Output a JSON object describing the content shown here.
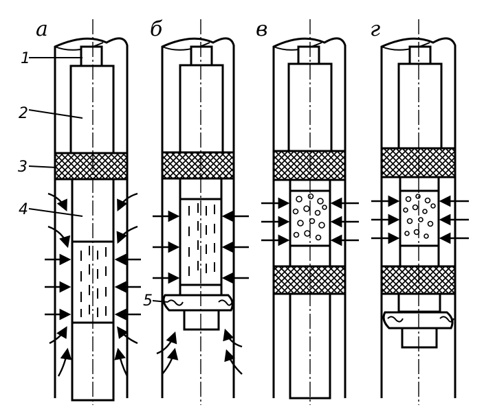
{
  "panels": [
    {
      "key": "a",
      "label": "а"
    },
    {
      "key": "b",
      "label": "б"
    },
    {
      "key": "v",
      "label": "в"
    },
    {
      "key": "g",
      "label": "г"
    }
  ],
  "callouts": [
    "1",
    "2",
    "3",
    "4",
    "5"
  ]
}
